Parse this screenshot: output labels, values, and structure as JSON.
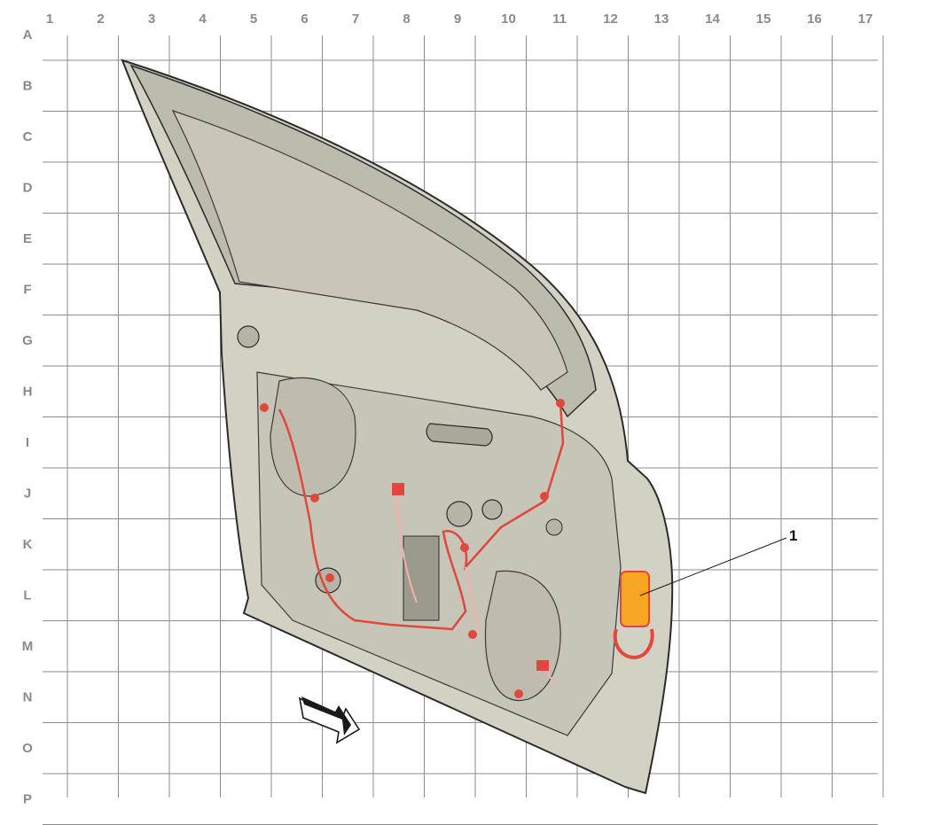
{
  "grid": {
    "columns": [
      "1",
      "2",
      "3",
      "4",
      "5",
      "6",
      "7",
      "8",
      "9",
      "10",
      "11",
      "12",
      "13",
      "14",
      "15",
      "16",
      "17"
    ],
    "rows": [
      "A",
      "B",
      "C",
      "D",
      "E",
      "F",
      "G",
      "H",
      "I",
      "J",
      "K",
      "L",
      "M",
      "N",
      "O",
      "P"
    ]
  },
  "callouts": [
    {
      "number": "1",
      "target": "orange-component"
    }
  ],
  "colors": {
    "grid_line": "#8c8c8c",
    "label": "#8a8a8a",
    "door_fill": "#d3d0c4",
    "door_outline": "#2b2b2b",
    "glass": "#c9c6b9",
    "harness": "#e0483c",
    "harness_light": "#f3b3ac",
    "highlight_component": "#f6a623"
  },
  "icons": {
    "direction_arrow": "forward-direction-arrow-icon"
  }
}
